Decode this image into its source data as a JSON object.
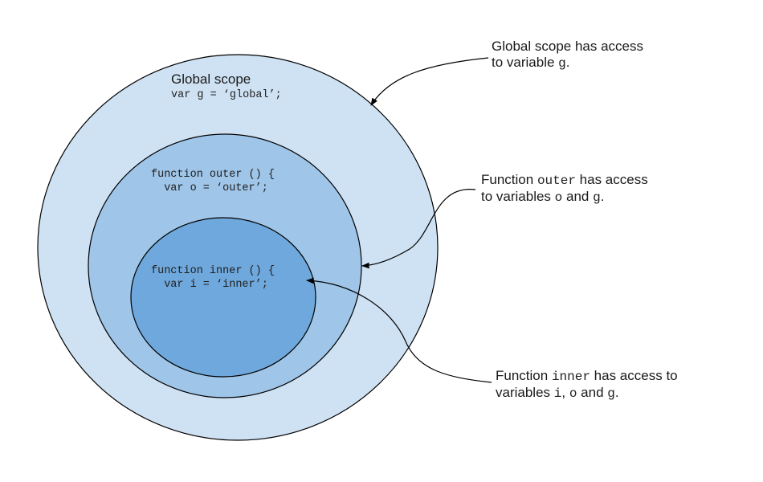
{
  "colors": {
    "global_scope_fill": "#cfe2f3",
    "outer_scope_fill": "#9fc5e8",
    "inner_scope_fill": "#6fa8dc",
    "stroke": "#000000"
  },
  "global_scope": {
    "title": "Global scope",
    "code": "var g = ‘global’;"
  },
  "outer_scope": {
    "code_line_1": "function outer () {",
    "code_line_2": "  var o = ‘outer’;"
  },
  "inner_scope": {
    "code_line_1": "function inner () {",
    "code_line_2": "  var i = ‘inner’;"
  },
  "annotations": {
    "global": {
      "line1": "Global scope has access",
      "line2_text": "to variable ",
      "line2_var": "g",
      "line2_end": "."
    },
    "outer": {
      "line1_text": "Function ",
      "line1_var": "outer",
      "line1_end": " has access",
      "line2_text": "to variables ",
      "line2_var1": "o",
      "line2_mid": " and ",
      "line2_var2": "g",
      "line2_end": "."
    },
    "inner": {
      "line1_text": "Function ",
      "line1_var": "inner",
      "line1_end": " has access to",
      "line2_text": "variables ",
      "line2_var1": "i",
      "line2_sep": ", ",
      "line2_var2": "o",
      "line2_mid": " and ",
      "line2_var3": "g",
      "line2_end": "."
    }
  }
}
